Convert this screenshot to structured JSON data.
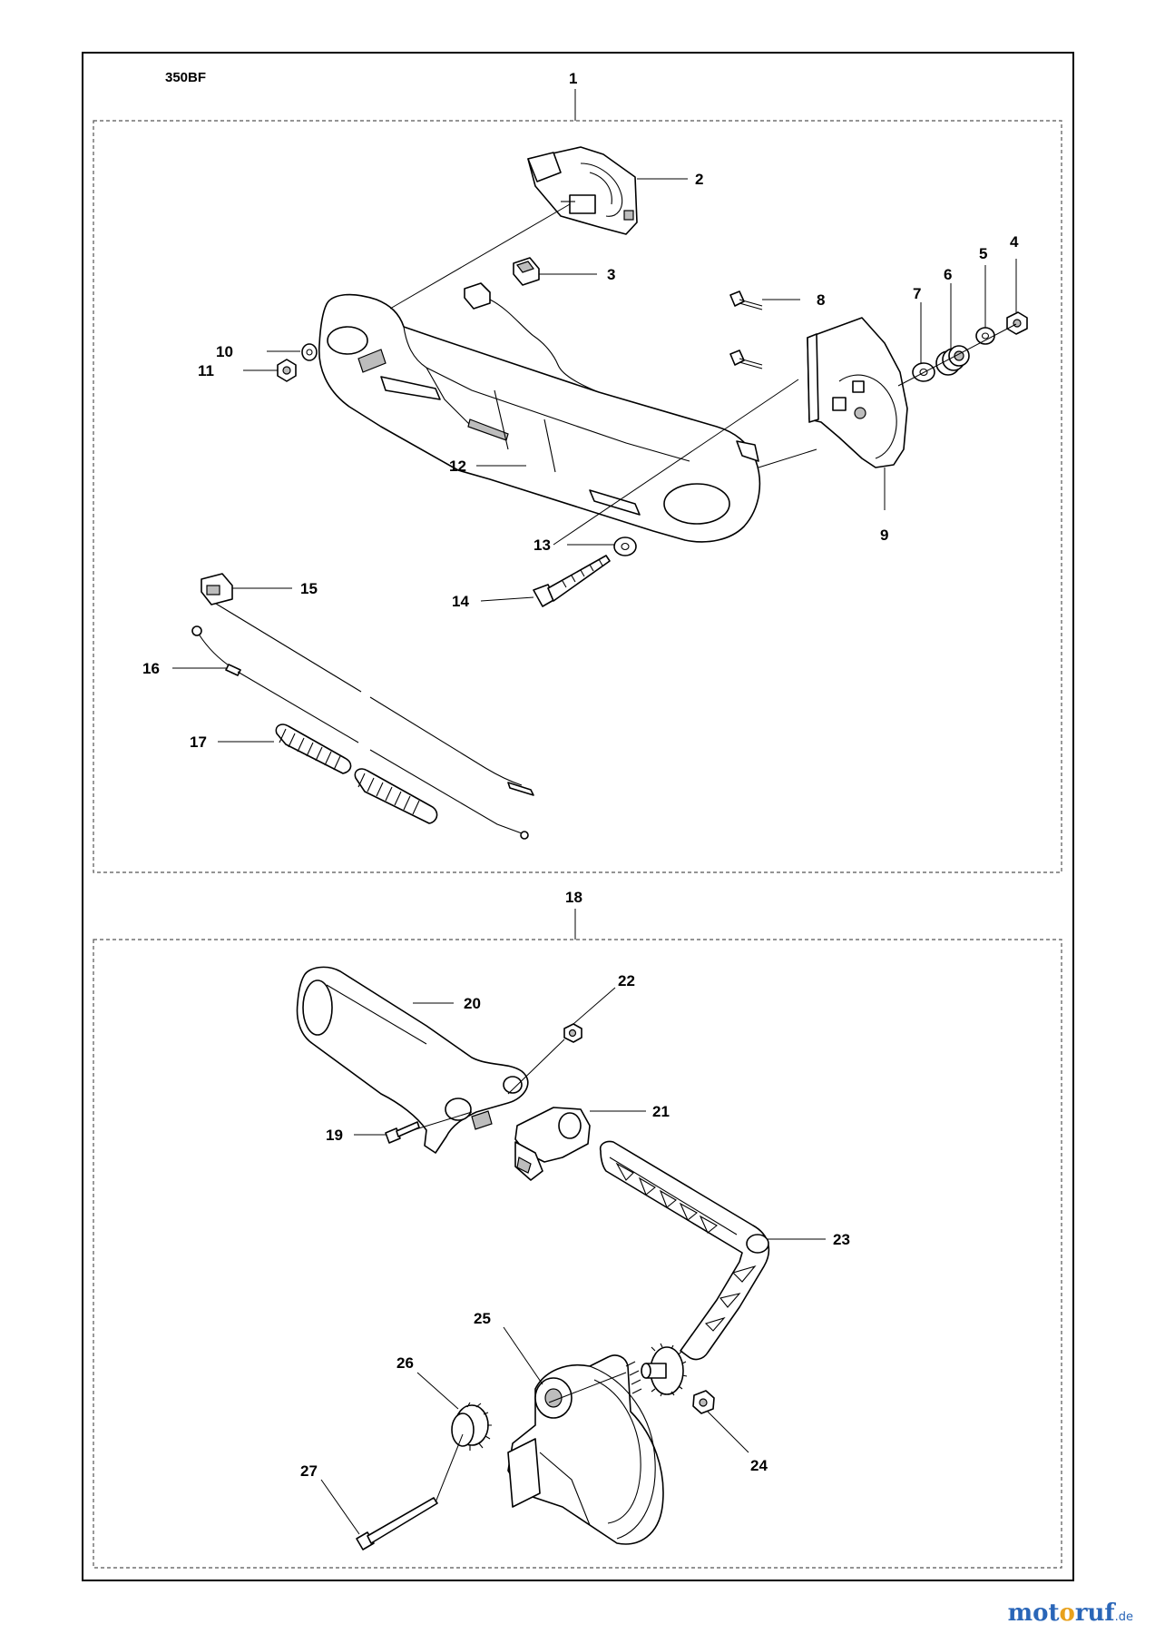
{
  "model": "350BF",
  "groups": [
    {
      "label": "1"
    },
    {
      "label": "18"
    }
  ],
  "callouts": [
    "1",
    "2",
    "3",
    "4",
    "5",
    "6",
    "7",
    "8",
    "9",
    "10",
    "11",
    "12",
    "13",
    "14",
    "15",
    "16",
    "17",
    "18",
    "19",
    "20",
    "21",
    "22",
    "23",
    "24",
    "25",
    "26",
    "27"
  ],
  "watermark": {
    "part1": "mot",
    "part2": "o",
    "part3": "ruf",
    "suffix": ".de"
  }
}
